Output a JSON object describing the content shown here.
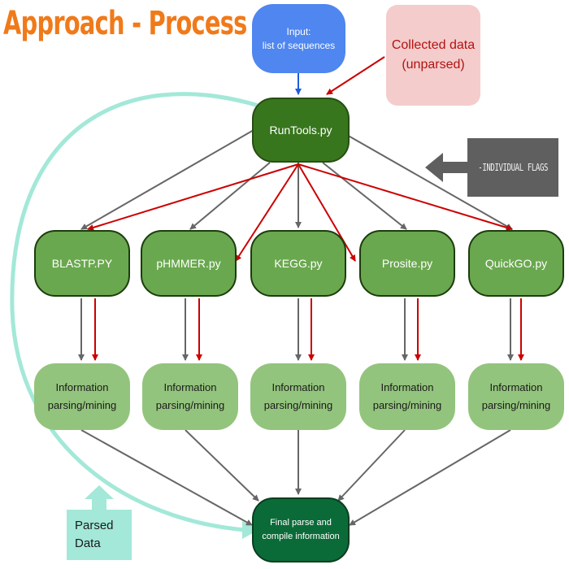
{
  "title": "Approach - Process",
  "input": {
    "line1": "Input:",
    "line2": "list of sequences"
  },
  "collected": {
    "line1": "Collected data",
    "line2": "(unparsed)"
  },
  "runtools": "RunTools.py",
  "flags": "-INDIVIDUAL FLAGS",
  "tools": [
    "BLASTP.PY",
    "pHMMER.py",
    "KEGG.py",
    "Prosite.py",
    "QuickGO.py"
  ],
  "info": {
    "line1": "Information",
    "line2": "parsing/mining"
  },
  "final": {
    "line1": "Final parse and",
    "line2": "compile information"
  },
  "parsed": {
    "line1": "Parsed",
    "line2": "Data"
  },
  "colors": {
    "title": "#f07a1a",
    "input": "#4f86ef",
    "collected_bg": "#f4cccc",
    "collected_text": "#b41212",
    "runtools": "#38761d",
    "tool": "#6aa84f",
    "info": "#93c47d",
    "final": "#0b6b38",
    "flags": "#5f5f5f",
    "parsed": "#a3e8d8",
    "arrow_gray": "#666666",
    "arrow_red": "#cc0000",
    "arrow_blue": "#1f5fd6",
    "curve_teal": "#a3e8d8"
  }
}
